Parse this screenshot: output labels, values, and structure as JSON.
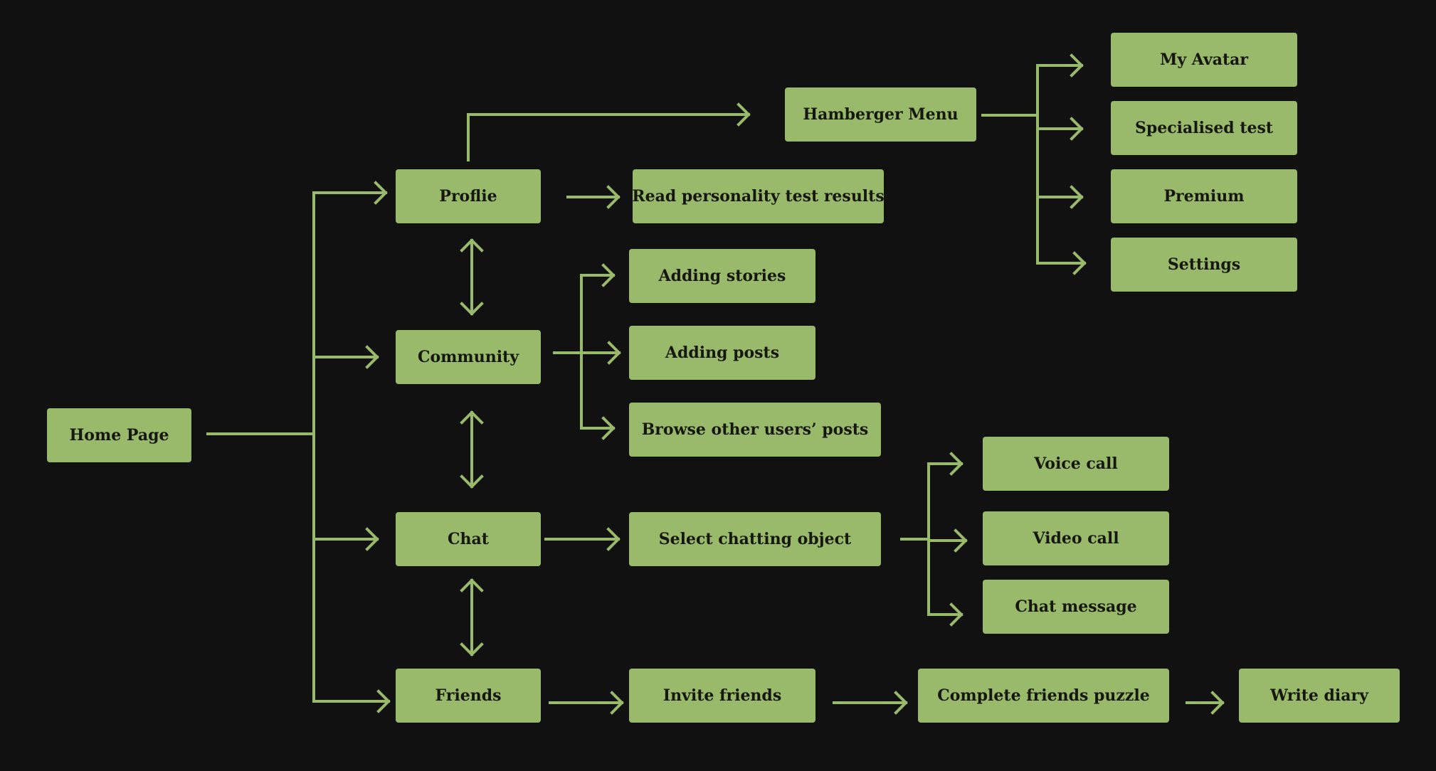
{
  "colors": {
    "background": "#111112",
    "node_fill": "#99b96b",
    "connector": "#99b96b",
    "node_text": "#16180f"
  },
  "nodes": {
    "home": "Home Page",
    "profile": "Proflie",
    "community": "Community",
    "chat": "Chat",
    "friends": "Friends",
    "hamburger": "Hamberger Menu",
    "avatar": "My Avatar",
    "specialised": "Specialised test",
    "premium": "Premium",
    "settings": "Settings",
    "personality": "Read personality test results",
    "stories": "Adding stories",
    "posts": "Adding posts",
    "browse": "Browse other users’ posts",
    "select_chat": "Select chatting object",
    "voice": "Voice call",
    "video": "Video call",
    "chat_message": "Chat message",
    "invite": "Invite friends",
    "puzzle": "Complete friends puzzle",
    "diary": "Write diary"
  }
}
